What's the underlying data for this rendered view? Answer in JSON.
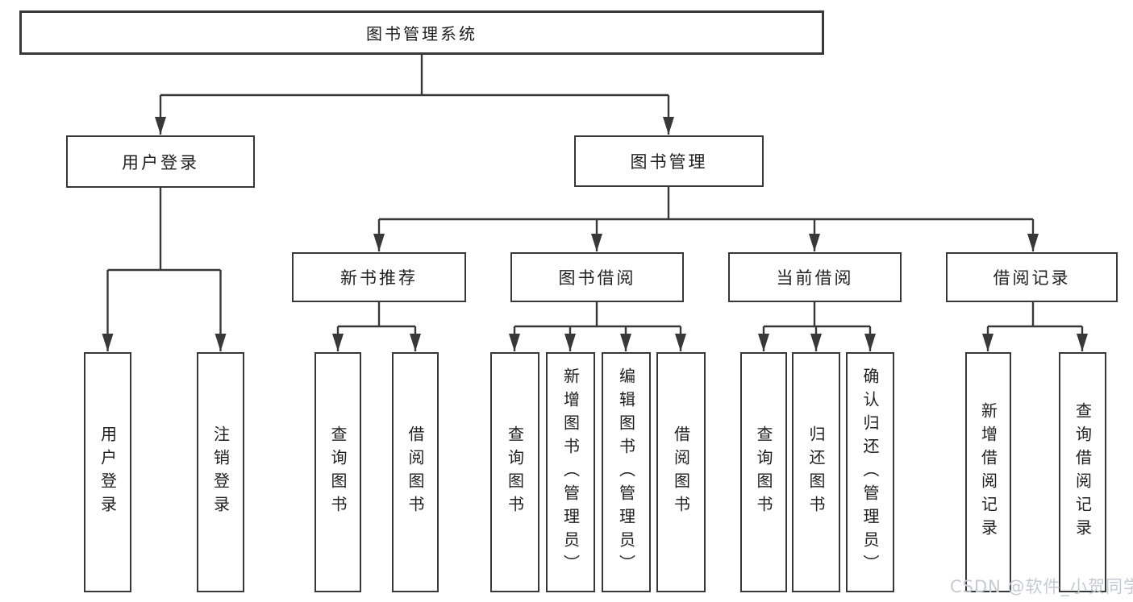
{
  "diagram": {
    "root": "图书管理系统",
    "level2": {
      "user_login": "用户登录",
      "book_mgmt": "图书管理"
    },
    "level3": {
      "new_books": "新书推荐",
      "book_borrow": "图书借阅",
      "current_borrow": "当前借阅",
      "borrow_records": "借阅记录"
    },
    "leaves": {
      "user_login": [
        "用户登录",
        "注销登录"
      ],
      "new_books": [
        "查询图书",
        "借阅图书"
      ],
      "book_borrow": [
        "查询图书",
        "新增图书（管理员）",
        "编辑图书（管理员）",
        "借阅图书"
      ],
      "current_borrow": [
        "查询图书",
        "归还图书",
        "确认归还（管理员）"
      ],
      "borrow_records": [
        "新增借阅记录",
        "查询借阅记录"
      ]
    }
  },
  "watermark": "CSDN @软件_小贺同学",
  "colors": {
    "line": "#383838",
    "text": "#1f1f1f",
    "watermark": "#c6cad3",
    "background": "#ffffff"
  }
}
